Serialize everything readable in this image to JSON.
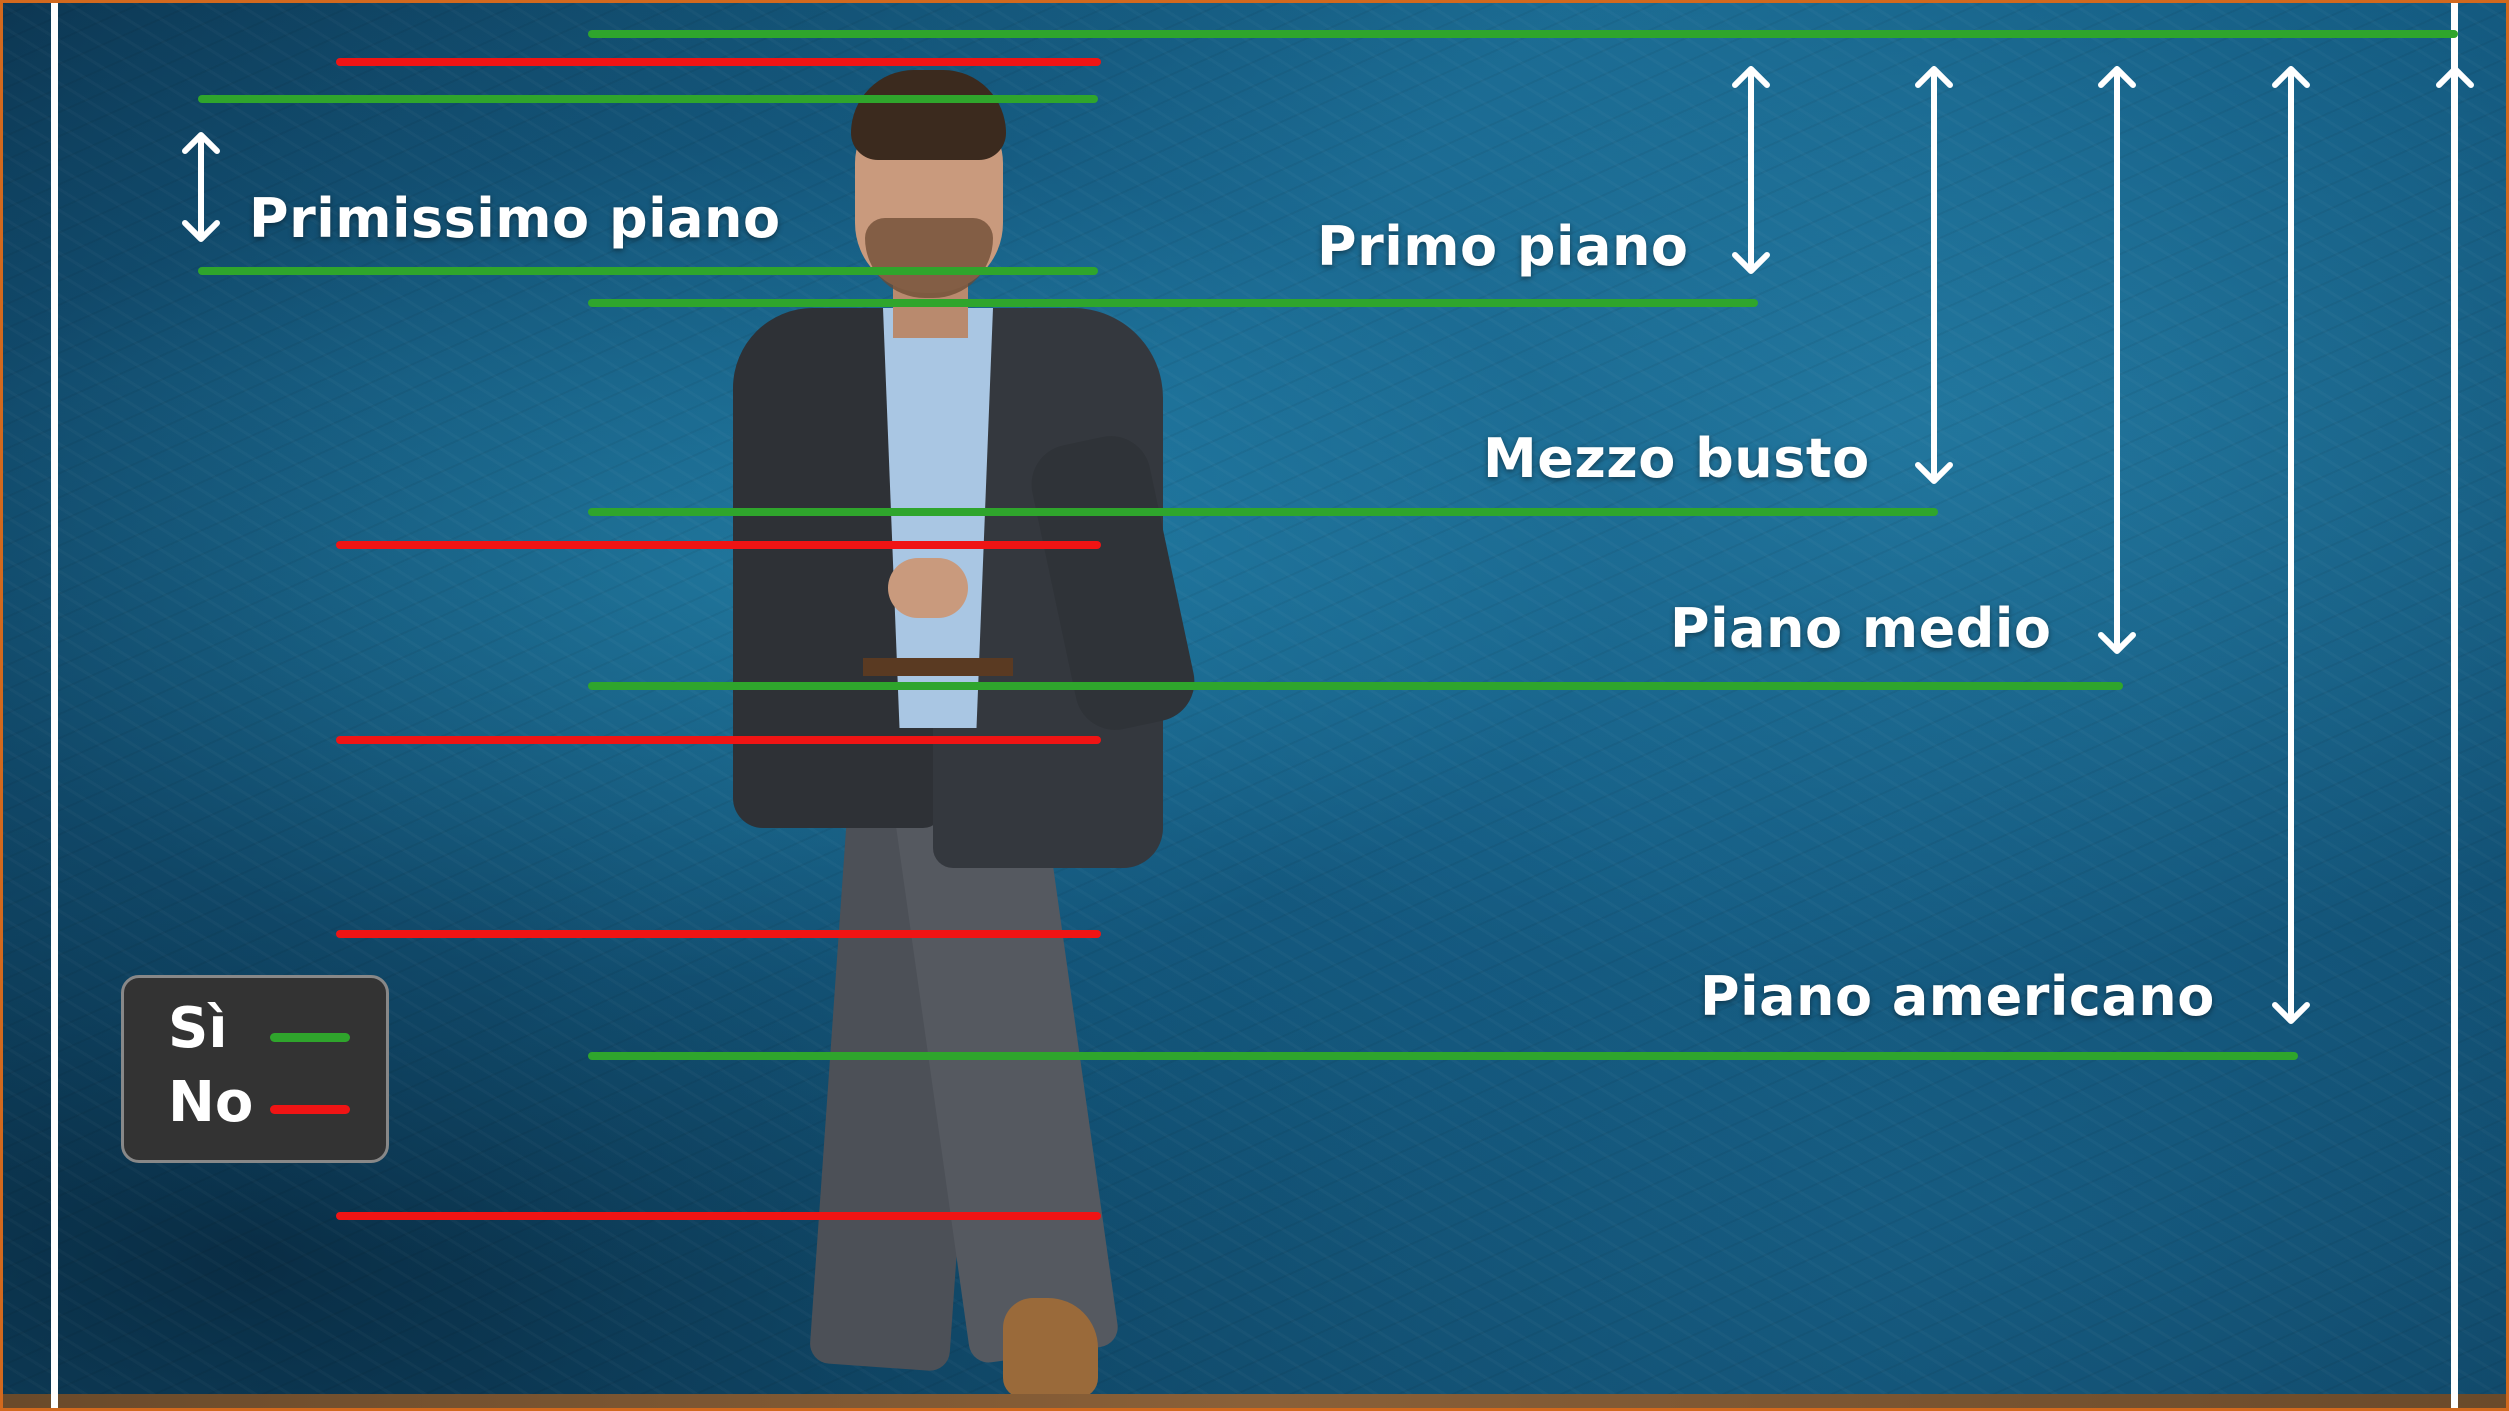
{
  "colors": {
    "accepted_line": "#2fa52c",
    "rejected_line": "#f01414",
    "arrow": "#ffffff",
    "background": "#14587e",
    "legend_background": "#333333"
  },
  "labels": {
    "primissimo_piano": "Primissimo piano",
    "primo_piano": "Primo piano",
    "mezzo_busto": "Mezzo busto",
    "piano_medio": "Piano medio",
    "piano_americano": "Piano americano"
  },
  "legend": {
    "yes_label": "Sì",
    "no_label": "No"
  }
}
